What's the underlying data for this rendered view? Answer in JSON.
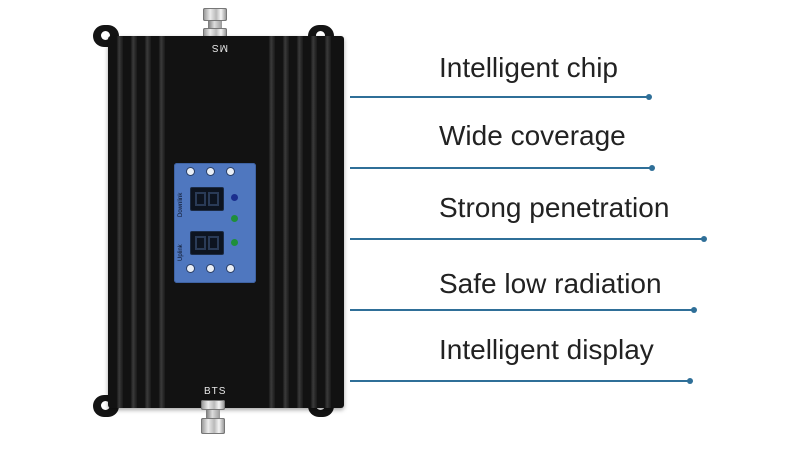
{
  "device": {
    "top_port_label": "MS",
    "bottom_port_label": "BTS",
    "panel": {
      "display_1_label": "Downlink",
      "display_2_label": "Uplink",
      "led_colors": [
        "#1b2f8f",
        "#1f8f3a",
        "#1f8f3a"
      ]
    }
  },
  "features": [
    {
      "label": "Intelligent chip"
    },
    {
      "label": "Wide coverage"
    },
    {
      "label": "Strong penetration"
    },
    {
      "label": "Safe low radiation"
    },
    {
      "label": "Intelligent display"
    }
  ],
  "colors": {
    "accent_line": "#2f6f98",
    "device_body": "#121212",
    "panel": "#4f77bf",
    "text": "#222222"
  }
}
